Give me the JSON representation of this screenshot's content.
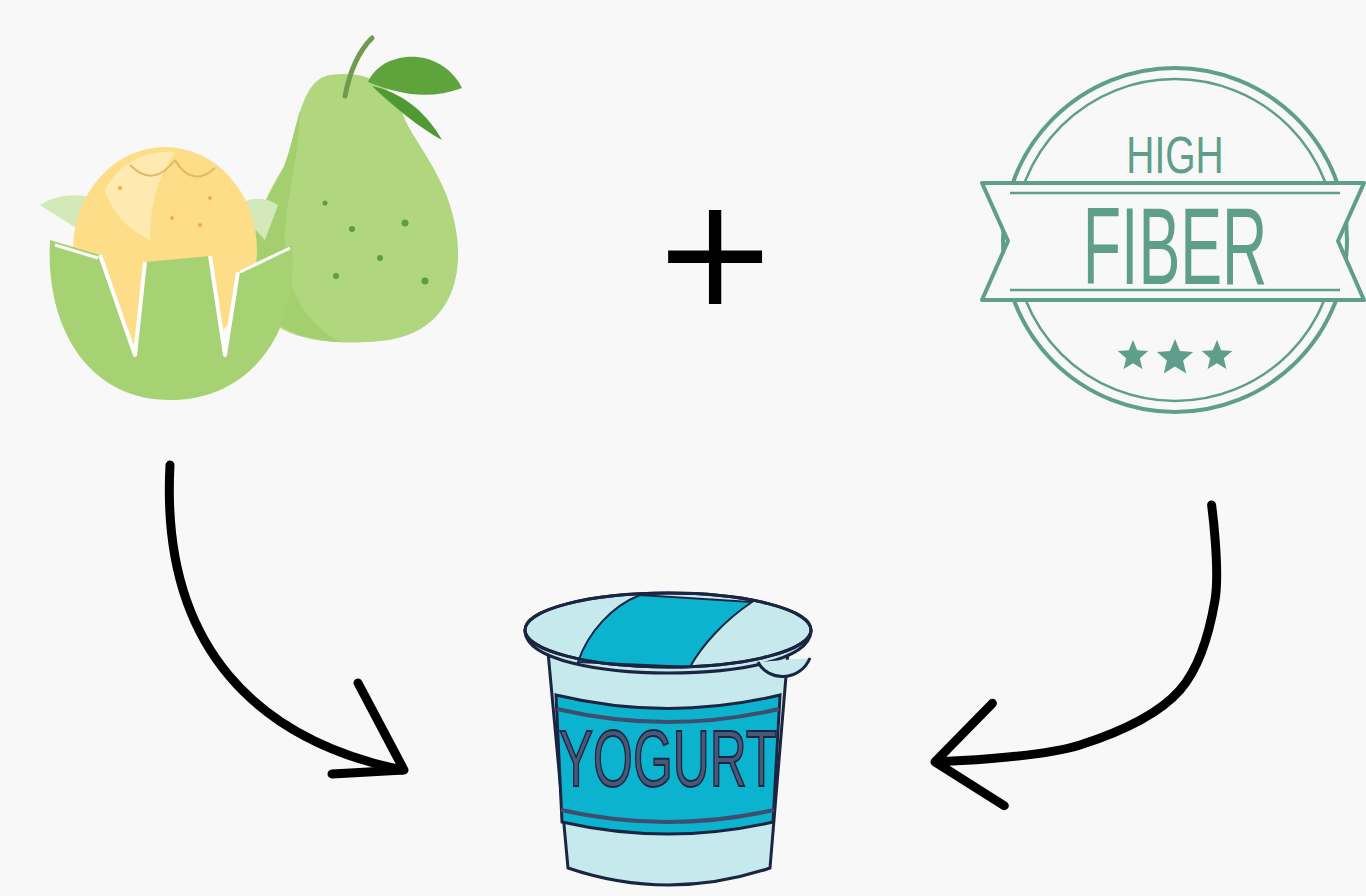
{
  "diagram": {
    "nodes": [
      {
        "text": [
          "HIGH",
          "FIBER"
        ]
      },
      {
        "text": [
          "YOGURT"
        ]
      }
    ],
    "edges": [
      {
        "from": 0,
        "to": 1,
        "arrow": "to"
      }
    ],
    "labels": [
      "+"
    ]
  }
}
